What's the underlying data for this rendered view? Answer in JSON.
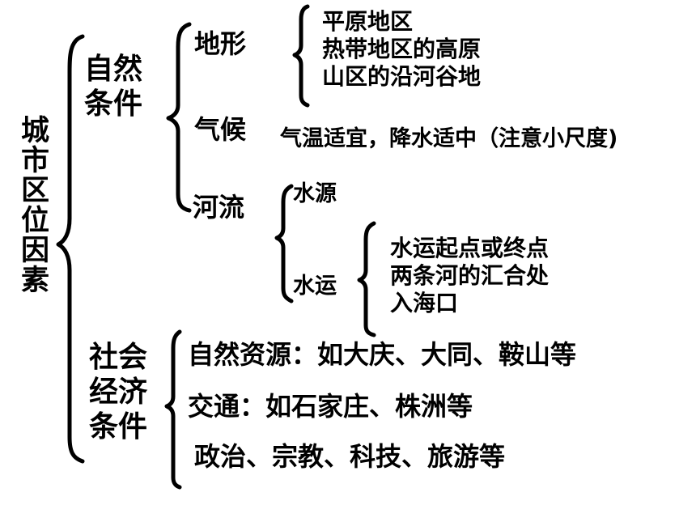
{
  "root": {
    "label": "城市区位因素"
  },
  "natural": {
    "label_line1": "自然",
    "label_line2": "条件",
    "terrain": {
      "label": "地形",
      "items": [
        "平原地区",
        "热带地区的高原",
        "山区的沿河谷地"
      ]
    },
    "climate": {
      "label": "气候",
      "text": "气温适宜，降水适中（注意小尺度)"
    },
    "river": {
      "label": "河流",
      "water_source": "水源",
      "water_transport": {
        "label": "水运",
        "items": [
          "水运起点或终点",
          "两条河的汇合处",
          "入海口"
        ]
      }
    }
  },
  "socioeconomic": {
    "label_line1": "社会",
    "label_line2": "经济",
    "label_line3": "条件",
    "items": [
      "自然资源：如大庆、大同、鞍山等",
      "交通：如石家庄、株洲等",
      "政治、宗教、科技、旅游等"
    ]
  }
}
